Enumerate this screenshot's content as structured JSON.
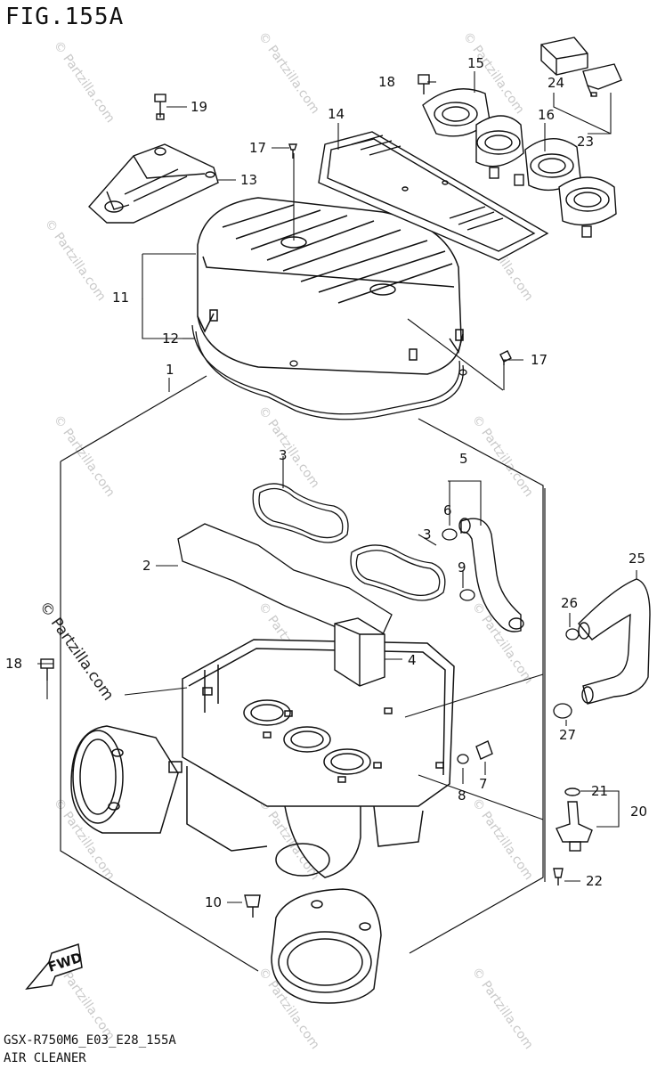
{
  "figure": {
    "title": "FIG.155A",
    "model_code": "GSX-R750M6_E03_E28_155A",
    "caption": "AIR CLEANER",
    "direction_label": "FWD"
  },
  "watermarks": {
    "main": "© Partzilla.com",
    "repeated": "© Partzilla.com"
  },
  "callouts": [
    {
      "id": "1",
      "label": "1"
    },
    {
      "id": "2",
      "label": "2"
    },
    {
      "id": "3a",
      "label": "3"
    },
    {
      "id": "3b",
      "label": "3"
    },
    {
      "id": "4",
      "label": "4"
    },
    {
      "id": "5",
      "label": "5"
    },
    {
      "id": "6",
      "label": "6"
    },
    {
      "id": "7",
      "label": "7"
    },
    {
      "id": "8",
      "label": "8"
    },
    {
      "id": "9",
      "label": "9"
    },
    {
      "id": "10",
      "label": "10"
    },
    {
      "id": "11",
      "label": "11"
    },
    {
      "id": "12",
      "label": "12"
    },
    {
      "id": "13",
      "label": "13"
    },
    {
      "id": "14",
      "label": "14"
    },
    {
      "id": "15",
      "label": "15"
    },
    {
      "id": "16",
      "label": "16"
    },
    {
      "id": "17a",
      "label": "17"
    },
    {
      "id": "17b",
      "label": "17"
    },
    {
      "id": "18a",
      "label": "18"
    },
    {
      "id": "18b",
      "label": "18"
    },
    {
      "id": "19",
      "label": "19"
    },
    {
      "id": "20",
      "label": "20"
    },
    {
      "id": "21",
      "label": "21"
    },
    {
      "id": "22",
      "label": "22"
    },
    {
      "id": "23",
      "label": "23"
    },
    {
      "id": "24",
      "label": "24"
    },
    {
      "id": "25",
      "label": "25"
    },
    {
      "id": "26",
      "label": "26"
    },
    {
      "id": "27",
      "label": "27"
    }
  ]
}
